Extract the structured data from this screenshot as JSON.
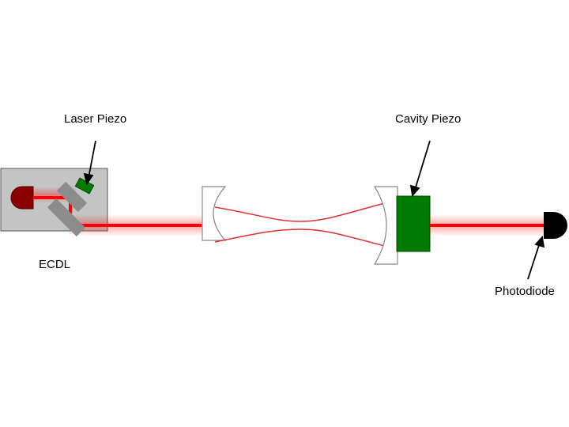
{
  "labels": {
    "laser_piezo": "Laser Piezo",
    "cavity_piezo": "Cavity Piezo",
    "ecdl": "ECDL",
    "photodiode": "Photodiode"
  },
  "colors": {
    "beam": "#ff0000",
    "piezo": "#007a00",
    "ecdl_box": "#c4c4c4",
    "laser_diode": "#8b0000",
    "mirror_mount": "#8c8c8c",
    "photodiode": "#000000",
    "cavity_mode": "#e03030"
  }
}
